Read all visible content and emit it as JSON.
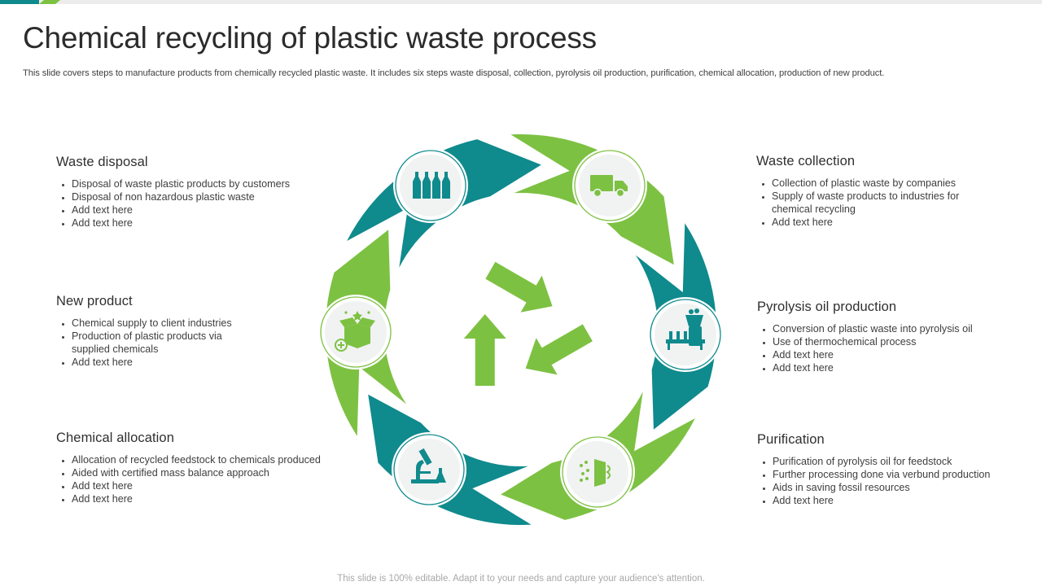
{
  "header": {
    "title": "Chemical recycling of plastic waste process",
    "subtitle": "This slide covers steps to manufacture products from chemically recycled plastic waste. It includes six steps waste disposal, collection, pyrolysis oil production, purification, chemical allocation, production of new product."
  },
  "steps": [
    {
      "title": "Waste disposal",
      "icon": "bottles-icon",
      "bullets": [
        "Disposal of waste plastic products by customers",
        "Disposal of non hazardous plastic waste",
        "Add text here",
        "Add text here"
      ]
    },
    {
      "title": "Waste collection",
      "icon": "truck-icon",
      "bullets": [
        "Collection of plastic waste by companies",
        "Supply of waste products to industries for chemical recycling",
        "Add text here"
      ]
    },
    {
      "title": "Pyrolysis oil production",
      "icon": "factory-icon",
      "bullets": [
        "Conversion  of plastic waste into pyrolysis oil",
        "Use of thermochemical process",
        "Add text here",
        "Add text here"
      ]
    },
    {
      "title": "Purification",
      "icon": "filter-icon",
      "bullets": [
        "Purification of pyrolysis oil for feedstock",
        "Further processing done via verbund  production",
        "Aids in saving fossil resources",
        "Add text here"
      ]
    },
    {
      "title": "Chemical allocation",
      "icon": "microscope-icon",
      "bullets": [
        "Allocation of recycled feedstock to chemicals produced",
        "Aided with certified mass balance approach",
        "Add text here",
        "Add text here"
      ]
    },
    {
      "title": "New product",
      "icon": "new-product-box-icon",
      "bullets": [
        "Chemical supply to client industries",
        "Production of plastic products via supplied chemicals",
        "Add text here"
      ]
    }
  ],
  "center_icon": "recycle-icon",
  "colors": {
    "teal": "#0f8a8d",
    "green": "#7dc142",
    "circle_fill": "#f1f2f2",
    "text": "#3a3a3a"
  },
  "footer": "This slide is 100% editable. Adapt it to your needs and capture your audience's attention."
}
